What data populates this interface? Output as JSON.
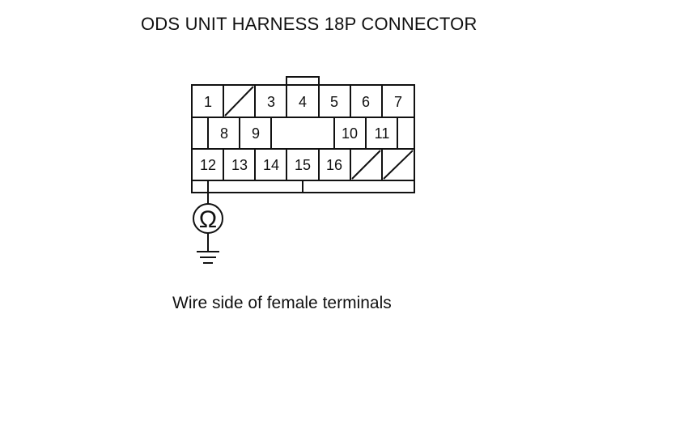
{
  "title": "ODS UNIT HARNESS 18P CONNECTOR",
  "caption": "Wire side of female terminals",
  "meter_symbol": "Ω",
  "terminals": {
    "row1": [
      "1",
      "3",
      "4",
      "5",
      "6",
      "7"
    ],
    "row2": [
      "8",
      "9",
      "10",
      "11"
    ],
    "row3": [
      "12",
      "13",
      "14",
      "15",
      "16"
    ]
  },
  "measurement": {
    "probe_terminal": "12",
    "meter": "ohmmeter",
    "reference": "ground"
  }
}
